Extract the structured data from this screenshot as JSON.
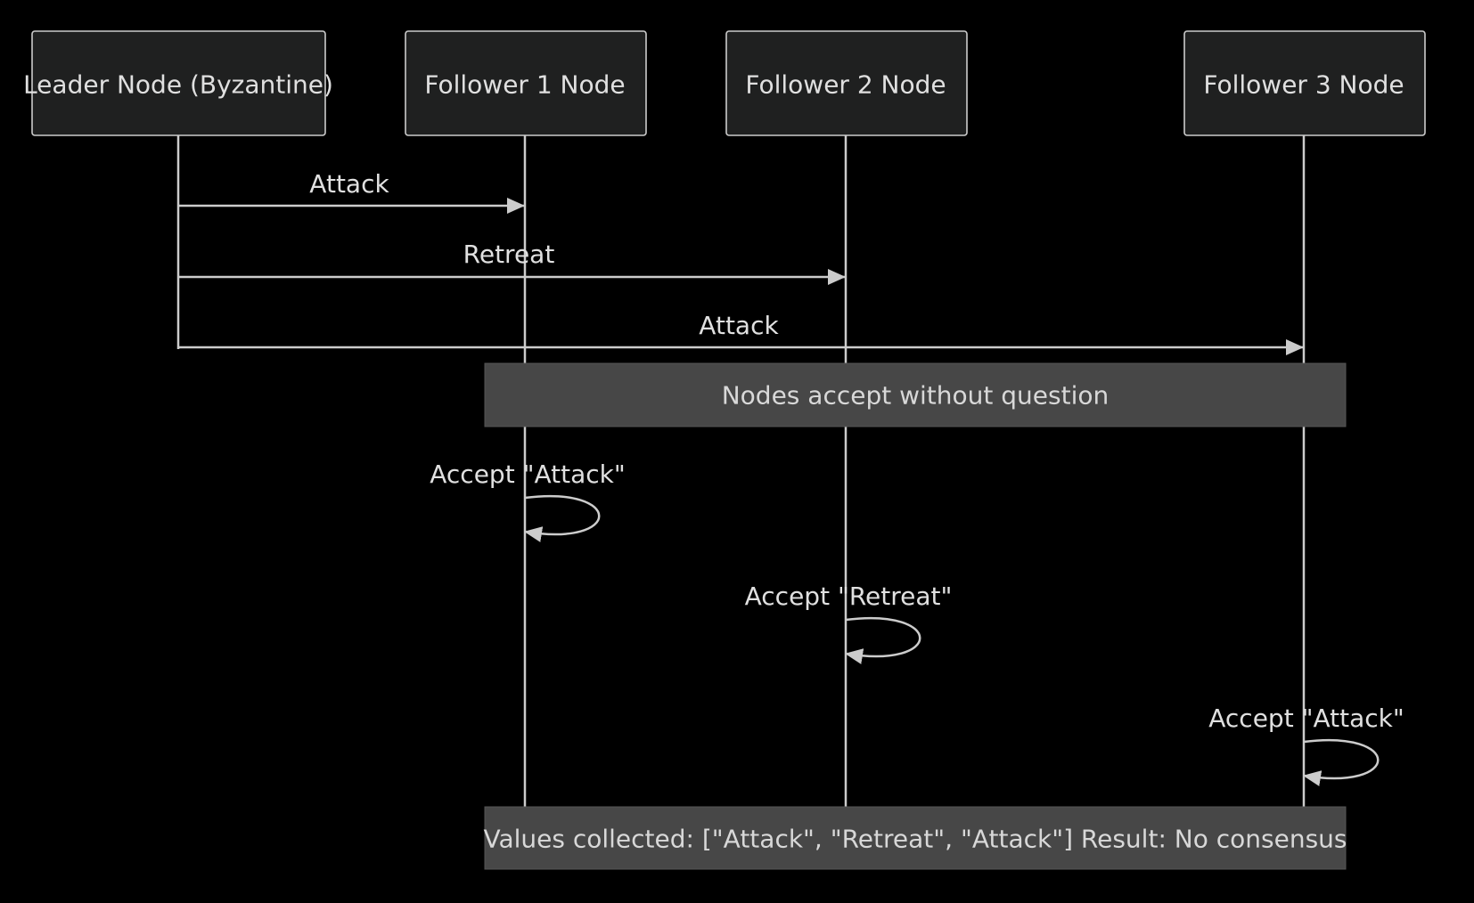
{
  "participants": [
    {
      "id": "leader",
      "label": "Leader Node (Byzantine)"
    },
    {
      "id": "f1",
      "label": "Follower 1 Node"
    },
    {
      "id": "f2",
      "label": "Follower 2 Node"
    },
    {
      "id": "f3",
      "label": "Follower 3 Node"
    }
  ],
  "messages": [
    {
      "from": "leader",
      "to": "f1",
      "label": "Attack"
    },
    {
      "from": "leader",
      "to": "f2",
      "label": "Retreat"
    },
    {
      "from": "leader",
      "to": "f3",
      "label": "Attack"
    }
  ],
  "notes": [
    {
      "label": "Nodes accept without question"
    },
    {
      "label": "Values collected: [\"Attack\", \"Retreat\", \"Attack\"] Result: No consensus"
    }
  ],
  "self_messages": [
    {
      "participant": "f1",
      "label": "Accept \"Attack\""
    },
    {
      "participant": "f2",
      "label": "Accept \"Retreat\""
    },
    {
      "participant": "f3",
      "label": "Accept \"Attack\""
    }
  ],
  "colors": {
    "background": "#000000",
    "actor_fill": "#1f2020",
    "line": "#cccccc",
    "note_fill": "#474747",
    "text": "#e0e0e0"
  }
}
